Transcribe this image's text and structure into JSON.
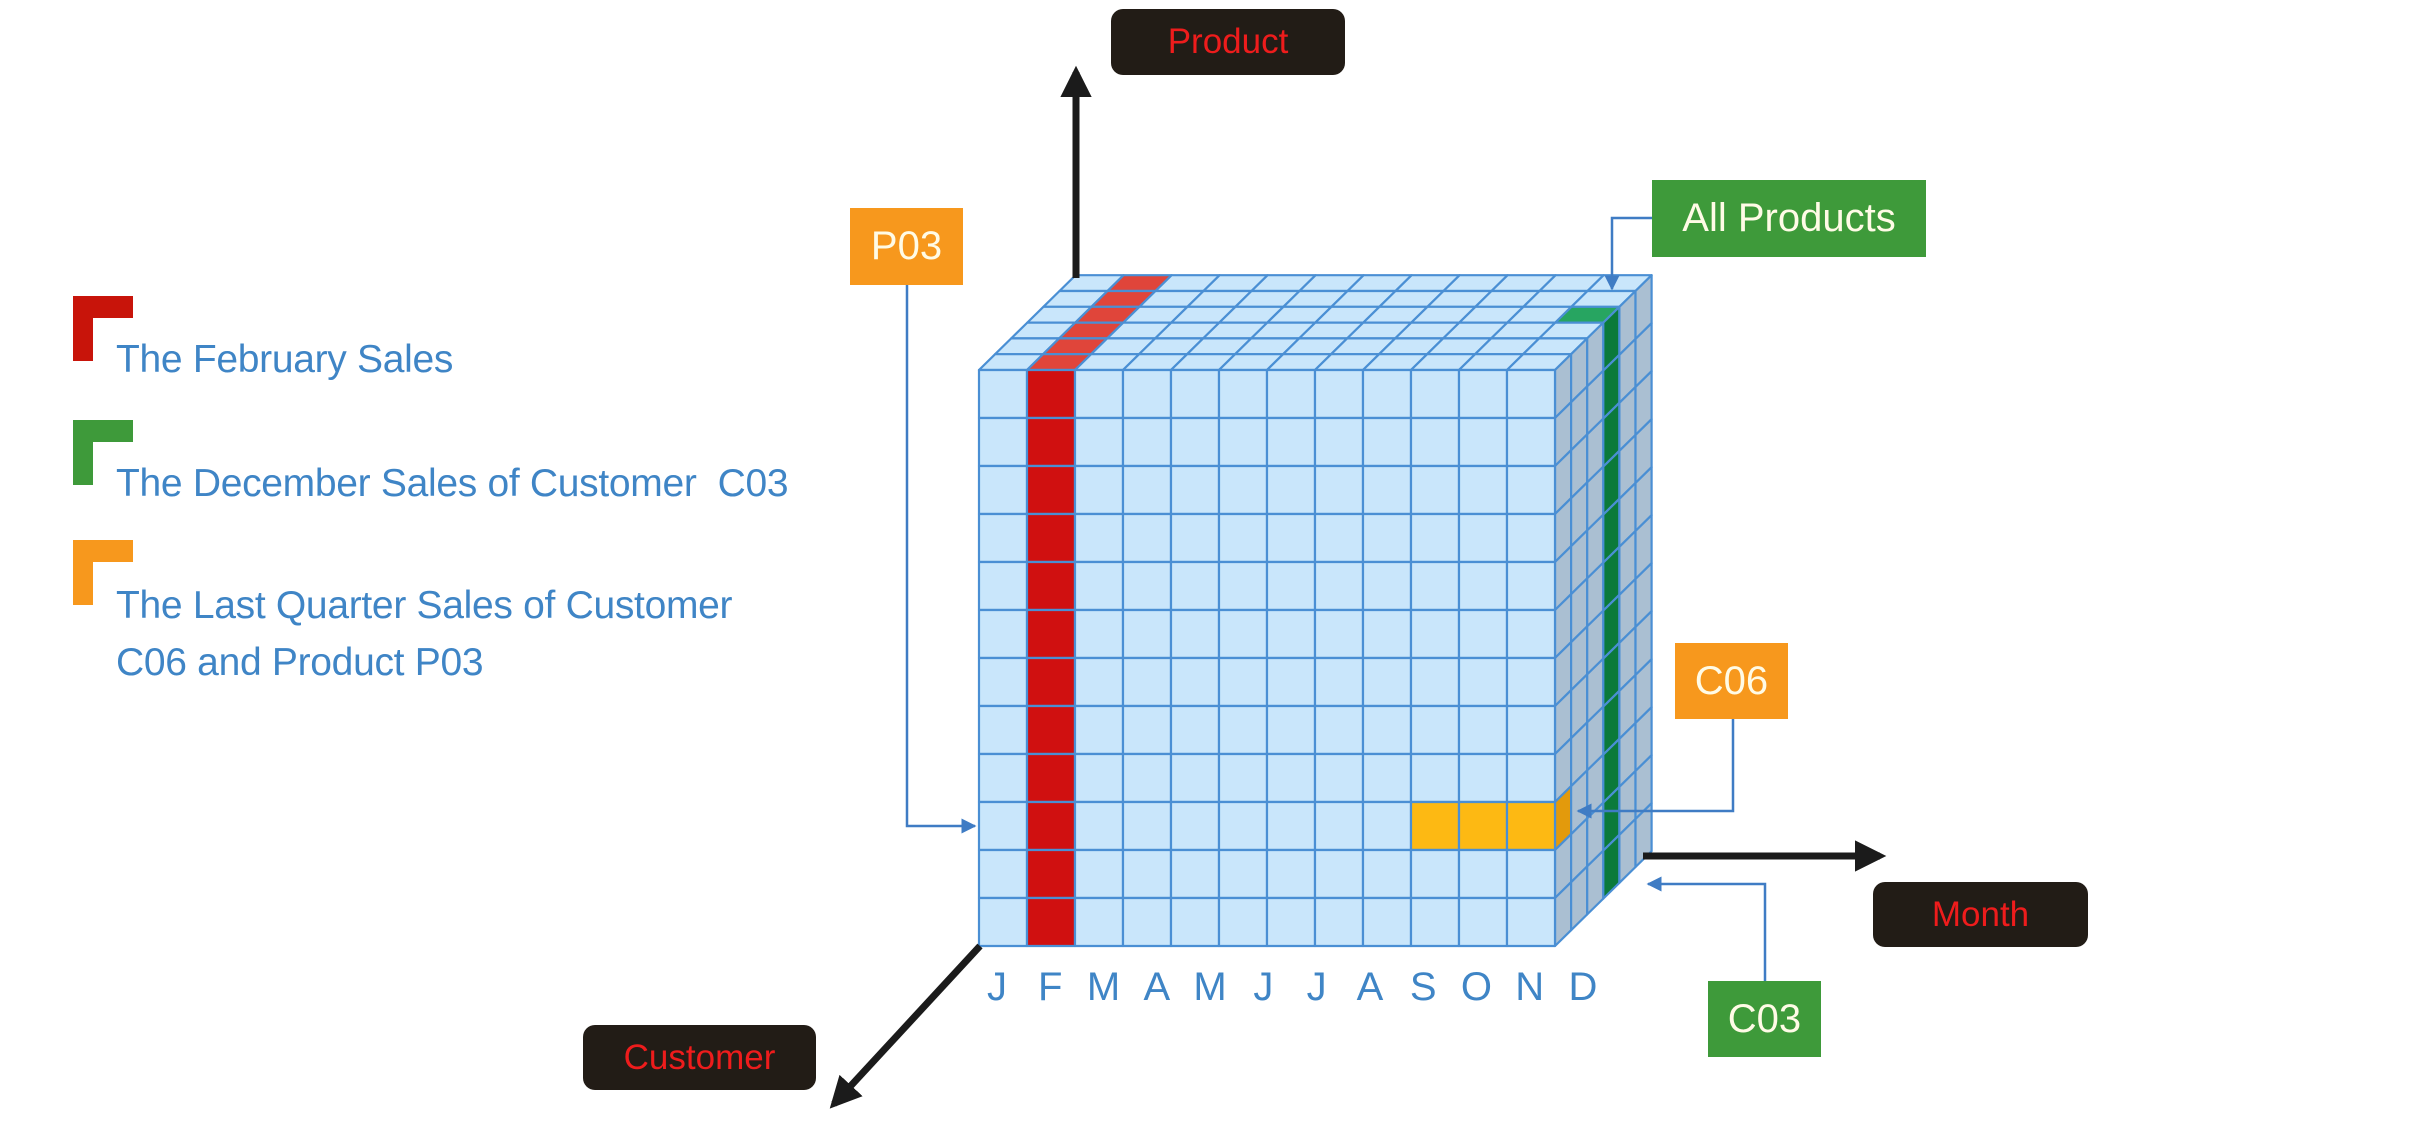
{
  "legend": [
    {
      "color": "#c8140a",
      "lines": [
        "The February Sales"
      ]
    },
    {
      "color": "#3e9a3a",
      "lines": [
        "The December Sales of Customer  C03"
      ]
    },
    {
      "color": "#f7981d",
      "lines": [
        "The Last Quarter Sales of Customer",
        "C06 and Product P03"
      ]
    }
  ],
  "axes": {
    "product": "Product",
    "month": "Month",
    "customer": "Customer"
  },
  "tags": {
    "p03": {
      "label": "P03",
      "color": "#f7981d"
    },
    "all_products": {
      "label": "All Products",
      "color": "#3e9a3a"
    },
    "c06": {
      "label": "C06",
      "color": "#f7981d"
    },
    "c03": {
      "label": "C03",
      "color": "#3e9a3a"
    }
  },
  "cube": {
    "months": [
      "J",
      "F",
      "M",
      "A",
      "M",
      "J",
      "J",
      "A",
      "S",
      "O",
      "N",
      "D"
    ],
    "product_rows": 12,
    "customer_depth": 6,
    "colors": {
      "cell": "#c9e6fb",
      "side": "#aabfd2",
      "grid": "#4a8fd4",
      "february_front": "#d01010",
      "february_top": "#e0453a",
      "december_c03": "#0b7a3a",
      "december_c03_top": "#27a561",
      "last_quarter": "#fdb913",
      "last_quarter_side": "#e39a0c"
    },
    "highlights": {
      "february": {
        "month_index": 1
      },
      "december_c03": {
        "month_index": 11,
        "customer_index": 3
      },
      "last_quarter_c06_p03": {
        "month_indices": [
          9,
          10,
          11
        ],
        "product_row": 9,
        "customer_index": 0
      }
    }
  }
}
